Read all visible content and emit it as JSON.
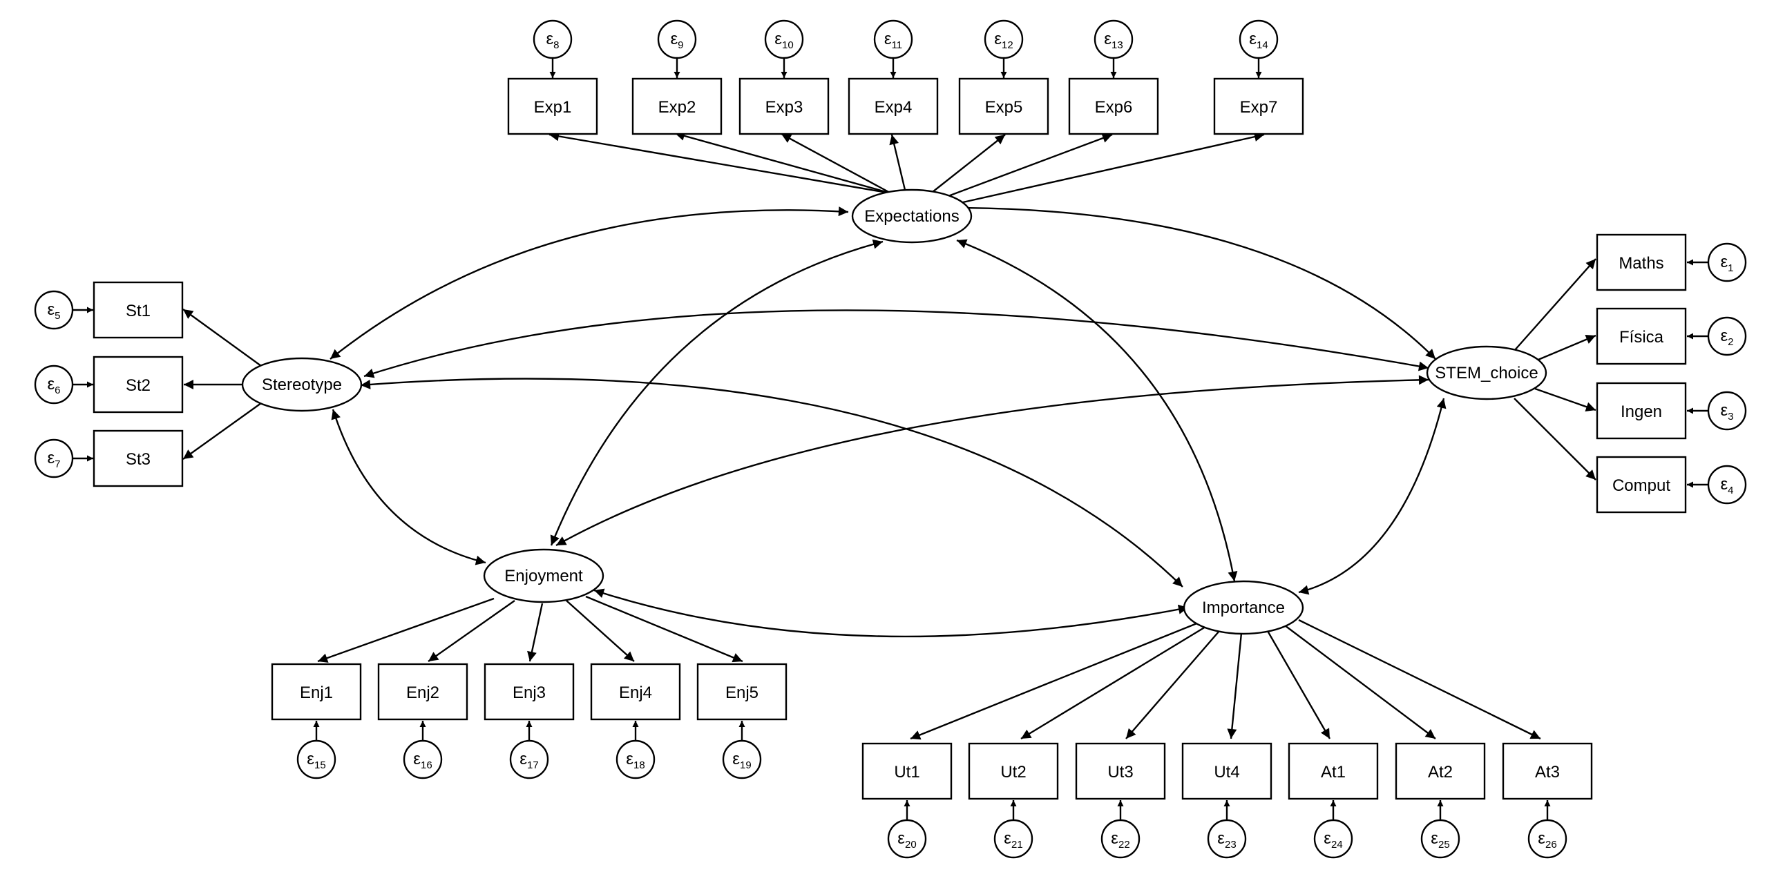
{
  "latents": {
    "expectations": "Expectations",
    "stereotype": "Stereotype",
    "stem_choice": "STEM_choice",
    "enjoyment": "Enjoyment",
    "importance": "Importance"
  },
  "indicators": {
    "exp1": "Exp1",
    "exp2": "Exp2",
    "exp3": "Exp3",
    "exp4": "Exp4",
    "exp5": "Exp5",
    "exp6": "Exp6",
    "exp7": "Exp7",
    "st1": "St1",
    "st2": "St2",
    "st3": "St3",
    "maths": "Maths",
    "fisica": "Física",
    "ingen": "Ingen",
    "comput": "Comput",
    "enj1": "Enj1",
    "enj2": "Enj2",
    "enj3": "Enj3",
    "enj4": "Enj4",
    "enj5": "Enj5",
    "ut1": "Ut1",
    "ut2": "Ut2",
    "ut3": "Ut3",
    "ut4": "Ut4",
    "at1": "At1",
    "at2": "At2",
    "at3": "At3"
  },
  "errors": {
    "symbol": "ε",
    "e1": "1",
    "e2": "2",
    "e3": "3",
    "e4": "4",
    "e5": "5",
    "e6": "6",
    "e7": "7",
    "e8": "8",
    "e9": "9",
    "e10": "10",
    "e11": "11",
    "e12": "12",
    "e13": "13",
    "e14": "14",
    "e15": "15",
    "e16": "16",
    "e17": "17",
    "e18": "18",
    "e19": "19",
    "e20": "20",
    "e21": "21",
    "e22": "22",
    "e23": "23",
    "e24": "24",
    "e25": "25",
    "e26": "26"
  }
}
